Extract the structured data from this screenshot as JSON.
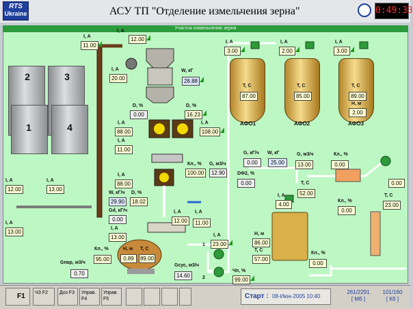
{
  "header": {
    "logo_line1": "RTS",
    "logo_line2": "Ukraine",
    "title": "АСУ ТП \"Отделение измельчения зерна\"",
    "clock": "0:49:33"
  },
  "panel": {
    "title": "Участок измельчения зерна"
  },
  "silos": [
    {
      "num": "2"
    },
    {
      "num": "3"
    },
    {
      "num": "1"
    },
    {
      "num": "4"
    }
  ],
  "readouts": {
    "i_elev": {
      "label": "I, A",
      "value": "11.00"
    },
    "i_top": {
      "label": "I, A",
      "value": "12.00"
    },
    "i_fan": {
      "label": "I, A",
      "value": "20.00"
    },
    "w_kg": {
      "label": "W, кГ",
      "value": "28.88"
    },
    "d1": {
      "label": "D, %",
      "value": "0.00"
    },
    "d2": {
      "label": "D, %",
      "value": "16.23"
    },
    "i_mill1": {
      "label": "I, A",
      "value": "88.00"
    },
    "i_mill2": {
      "label": "I, A",
      "value": "108.00"
    },
    "i_conv": {
      "label": "I, A",
      "value": "11.00"
    },
    "i_mill3": {
      "label": "I, A",
      "value": "88.00"
    },
    "kl_mid": {
      "label": "Кл., %",
      "value": "100.00"
    },
    "g_mid": {
      "label": "G, м3/ч",
      "value": "12.90"
    },
    "w_kg_h": {
      "label": "W, кГ/ч",
      "value": "29.90"
    },
    "d_mid": {
      "label": "D, %",
      "value": "18.02"
    },
    "gd": {
      "label": "Gd, кГ/ч",
      "value": "0.00"
    },
    "i_screw": {
      "label": "I, A",
      "value": "12.00"
    },
    "i_screw2": {
      "label": "I, A",
      "value": "11.00"
    },
    "i_silo2": {
      "label": "I, A",
      "value": "12.00"
    },
    "i_silo4": {
      "label": "I, A",
      "value": "13.00"
    },
    "i_silo1": {
      "label": "I, A",
      "value": "13.00"
    },
    "i_bot": {
      "label": "I, A",
      "value": "13.00"
    },
    "kl_bot": {
      "label": "Кл., %",
      "value": "95.00"
    },
    "h_m": {
      "label": "H, м",
      "value": "0.89"
    },
    "t_c_bot": {
      "label": "T, C",
      "value": "89.00"
    },
    "gpar": {
      "label": "Gпар, м3/ч",
      "value": "0.70"
    },
    "gsus": {
      "label": "Gсус, м3/ч",
      "value": "14.60"
    },
    "i_pump": {
      "label": "I, A",
      "value": "23.00"
    },
    "chp": {
      "label": "Чп, %",
      "value": "99.00"
    },
    "i_afo1": {
      "label": "I, A",
      "value": "3.00"
    },
    "t_afo1": {
      "label": "T, C",
      "value": "87.00"
    },
    "i_afo2": {
      "label": "I, A",
      "value": "2.00"
    },
    "t_afo2": {
      "label": "T, C",
      "value": "85.00"
    },
    "i_afo3": {
      "label": "I, A",
      "value": "3.00"
    },
    "t_afo3": {
      "label": "T, C",
      "value": "89.00"
    },
    "h_afo3": {
      "label": "H, м",
      "value": "2.00"
    },
    "g_kg": {
      "label": "G, кГ/ч",
      "value": "0.00"
    },
    "w_kg2": {
      "label": "W, кГ",
      "value": "25.00"
    },
    "g_m3": {
      "label": "G, м3/ч",
      "value": "13.00"
    },
    "kl_r1": {
      "label": "Кл., %",
      "value": "0.00"
    },
    "df2": {
      "label": "DФ2, %",
      "value": "0.00"
    },
    "t_c_mid": {
      "label": "T, C",
      "value": "52.00"
    },
    "i_mix": {
      "label": "I, A",
      "value": "4.00"
    },
    "kl_r2": {
      "label": "Кл., %",
      "value": "0.00"
    },
    "t_c_r": {
      "label": "T, C",
      "value": "23.00"
    },
    "h_mix": {
      "label": "H, м",
      "value": "86.00"
    },
    "t_mix": {
      "label": "T, C",
      "value": "57.00"
    },
    "kl_mix": {
      "label": "Кл., %",
      "value": "0.00"
    },
    "pct_r": {
      "label": "",
      "value": "0.00"
    }
  },
  "tanks": [
    {
      "name": "АФО1"
    },
    {
      "name": "АФО2"
    },
    {
      "name": "АФО3"
    }
  ],
  "pump_labels": {
    "p1": "1",
    "p2": "2"
  },
  "footer": {
    "f1": "F1",
    "f2": "ЧЗ F2",
    "f3": "Доз F3",
    "f4": "Управ. F4",
    "f5": "Управ. F5",
    "start_label": "Старт :",
    "start_value": "08-Июн-2005 10:40",
    "stat1_top": "261/2291",
    "stat1_bot": "[ Мб ]",
    "stat2_top": "101/160",
    "stat2_bot": "[ Кб ]"
  },
  "colors": {
    "panel_bg": "#bdf7c3",
    "accent_blue": "#1f3f9c",
    "value_bg": "#ffffd4",
    "status_green": "#1e9c1e",
    "tank_gold": "#d9b04a"
  }
}
